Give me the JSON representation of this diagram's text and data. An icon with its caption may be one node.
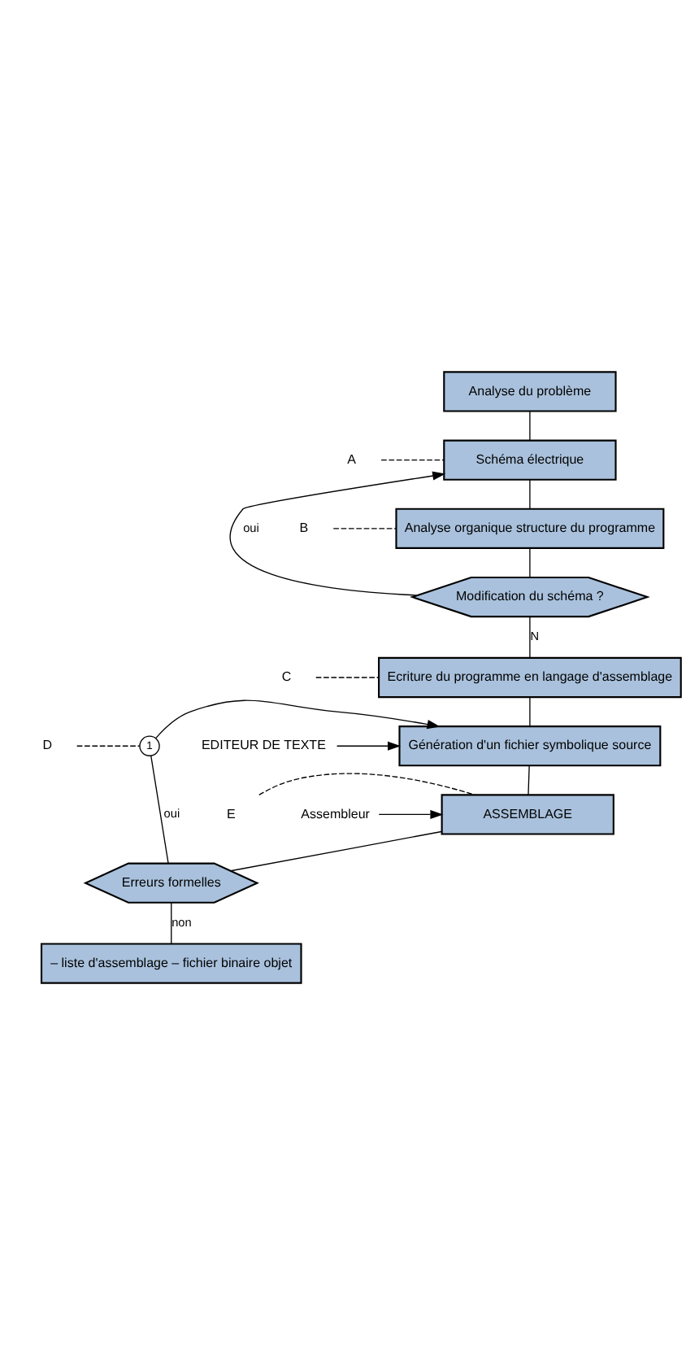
{
  "diagram": {
    "nodes": [
      {
        "text": [
          "Analyse du problème"
        ]
      },
      {
        "text": [
          "Schéma électrique"
        ]
      },
      {
        "text": [
          "Analyse organique structure du programme"
        ]
      },
      {
        "text": [
          "Modification du schéma ?"
        ]
      },
      {
        "text": [
          "Ecriture du programme en langage d'assemblage"
        ]
      },
      {
        "text": [
          "Génération d'un fichier symbolique source"
        ]
      },
      {
        "text": [
          "ASSEMBLAGE"
        ]
      },
      {
        "text": [
          "Erreurs formelles"
        ]
      },
      {
        "text": [
          "– liste d'assemblage – fichier binaire objet"
        ]
      },
      {
        "text": [
          "A"
        ]
      },
      {
        "text": [
          "B"
        ]
      },
      {
        "text": [
          "C"
        ]
      },
      {
        "text": [
          "D"
        ]
      },
      {
        "text": [
          "E"
        ]
      },
      {
        "text": [
          "1"
        ]
      },
      {
        "text": [
          "EDITEUR DE TEXTE"
        ]
      },
      {
        "text": [
          "Assembleur"
        ]
      }
    ],
    "edges": [
      {
        "from": 0,
        "to": 1,
        "arrow": "none"
      },
      {
        "from": 1,
        "to": 2,
        "arrow": "none"
      },
      {
        "from": 2,
        "to": 3,
        "arrow": "none"
      },
      {
        "from": 3,
        "to": 1,
        "arrow": "to",
        "label": "oui"
      },
      {
        "from": 3,
        "to": 4,
        "arrow": "none",
        "label": "N"
      },
      {
        "from": 4,
        "to": 5,
        "arrow": "none"
      },
      {
        "from": 5,
        "to": 6,
        "arrow": "none"
      },
      {
        "from": 6,
        "to": 7,
        "arrow": "none"
      },
      {
        "from": 7,
        "to": 14,
        "arrow": "none",
        "label": "oui"
      },
      {
        "from": 14,
        "to": 5,
        "arrow": "to"
      },
      {
        "from": 7,
        "to": 8,
        "arrow": "none",
        "label": "non"
      },
      {
        "from": 15,
        "to": 5,
        "arrow": "to"
      },
      {
        "from": 16,
        "to": 6,
        "arrow": "to"
      },
      {
        "from": 9,
        "to": 1,
        "arrow": "none",
        "style": "dashed"
      },
      {
        "from": 10,
        "to": 2,
        "arrow": "none",
        "style": "dashed"
      },
      {
        "from": 11,
        "to": 4,
        "arrow": "none",
        "style": "dashed"
      },
      {
        "from": 12,
        "to": 14,
        "arrow": "none",
        "style": "dashed"
      },
      {
        "from": 13,
        "to": 6,
        "arrow": "none",
        "style": "dashed"
      }
    ]
  }
}
